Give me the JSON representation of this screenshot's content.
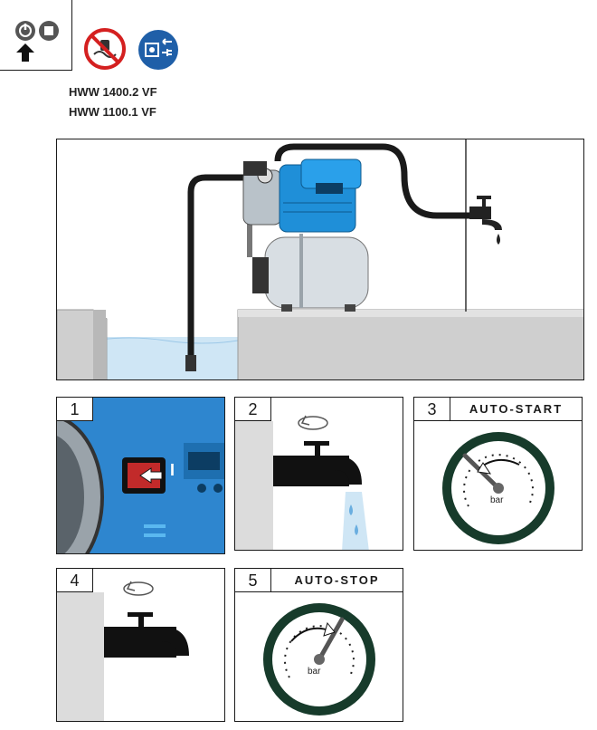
{
  "models": [
    "HWW 1400.2 VF",
    "HWW 1100.1 VF"
  ],
  "steps": [
    {
      "number": "1",
      "title": ""
    },
    {
      "number": "2",
      "title": ""
    },
    {
      "number": "3",
      "title": "AUTO-START"
    },
    {
      "number": "4",
      "title": ""
    },
    {
      "number": "5",
      "title": "AUTO-STOP"
    }
  ],
  "switch_mark": "I",
  "gauge_unit": "bar",
  "colors": {
    "pump_blue": "#1f8fd8",
    "gauge_green": "#173b2b",
    "water": "#cfe6f5",
    "ground": "#cfcfcf"
  }
}
